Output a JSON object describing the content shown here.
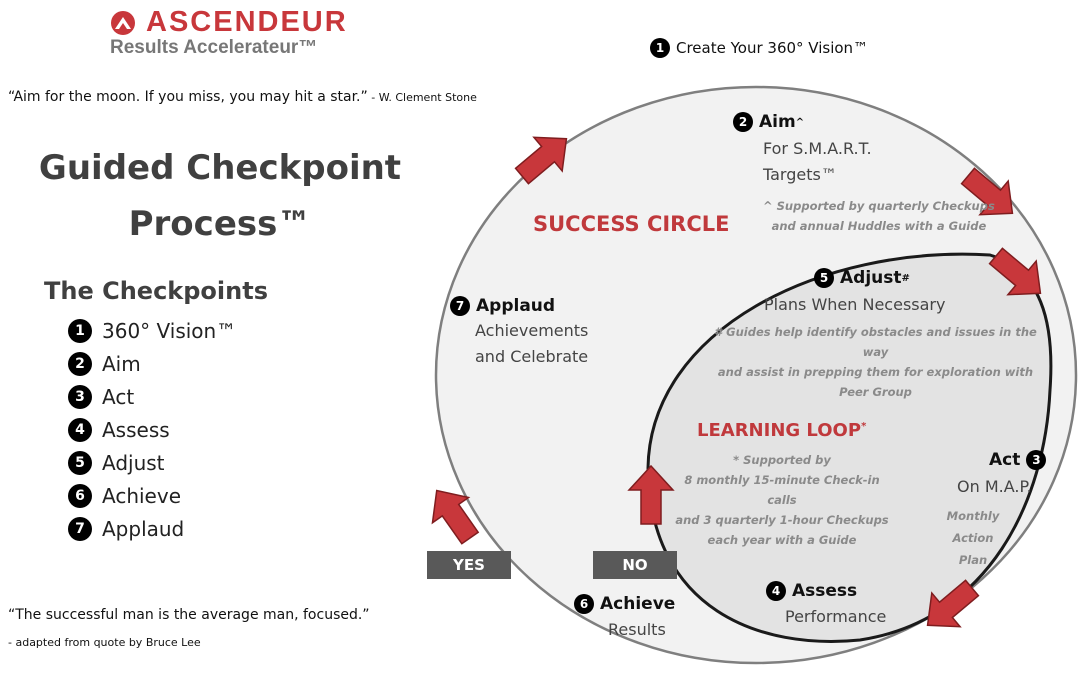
{
  "brand": {
    "name": "ASCENDEUR",
    "tagline": "Results Accelerateur™"
  },
  "top_quote": {
    "text": "“Aim for the moon. If you miss, you may hit a star.”",
    "author": " - W. Clement Stone"
  },
  "title": {
    "line1": "Guided Checkpoint",
    "line2": "Process™"
  },
  "checkpoints": {
    "heading": "The Checkpoints",
    "items": [
      {
        "num": "1",
        "label": "360° Vision™"
      },
      {
        "num": "2",
        "label": "Aim"
      },
      {
        "num": "3",
        "label": "Act"
      },
      {
        "num": "4",
        "label": "Assess"
      },
      {
        "num": "5",
        "label": "Adjust"
      },
      {
        "num": "6",
        "label": "Achieve"
      },
      {
        "num": "7",
        "label": "Applaud"
      }
    ]
  },
  "bottom_quote": {
    "text": "“The successful man is the average man, focused.”",
    "author": " - adapted from quote by Bruce Lee"
  },
  "diagram": {
    "vision": {
      "num": "1",
      "label": "Create Your 360° Vision™"
    },
    "success_circle": "SUCCESS CIRCLE",
    "learning_loop": "LEARNING LOOP",
    "learning_loop_mark": "*",
    "aim": {
      "num": "2",
      "title": "Aim",
      "mark": "^",
      "sub1": "For S.M.A.R.T.",
      "sub2": "Targets™",
      "note1": "^ Supported by quarterly Checkups",
      "note2": "and annual Huddles with a Guide"
    },
    "adjust": {
      "num": "5",
      "title": "Adjust",
      "mark": "#",
      "sub": "Plans When Necessary",
      "note1": "# Guides help identify obstacles and issues in the way",
      "note2": "and assist in prepping them for exploration with Peer Group"
    },
    "loop_note": [
      "* Supported by",
      "8 monthly 15-minute Check-in calls",
      "and 3 quarterly 1-hour Checkups",
      "each year with a Guide"
    ],
    "act": {
      "num": "3",
      "title": "Act",
      "sub": "On M.A.P.",
      "note1": "Monthly",
      "note2": "Action Plan"
    },
    "assess": {
      "num": "4",
      "title": "Assess",
      "sub": "Performance"
    },
    "achieve": {
      "num": "6",
      "title": "Achieve",
      "sub": "Results"
    },
    "applaud": {
      "num": "7",
      "title": "Applaud",
      "sub1": "Achievements",
      "sub2": "and Celebrate"
    },
    "yes_label": "YES",
    "no_label": "NO",
    "colors": {
      "brand": "#c8373b",
      "arrow": "#c8373b",
      "outer_fill": "#f2f2f2",
      "inner_fill": "#e3e3e3",
      "button": "#595959"
    }
  }
}
